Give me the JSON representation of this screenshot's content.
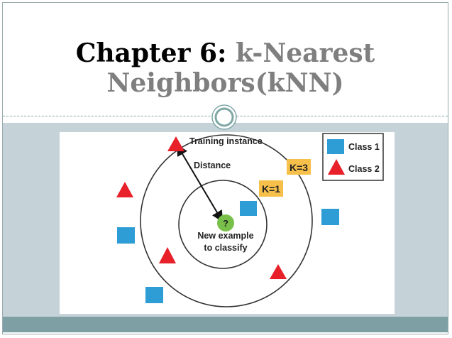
{
  "slide": {
    "title_part1": "Chapter 6: ",
    "title_part2": "k-Nearest",
    "title_line2": "Neighbors(kNN)"
  },
  "figure": {
    "training_instance_label": "Training instance",
    "distance_label": "Distance",
    "k3_label": "K=3",
    "k1_label": "K=1",
    "query_symbol": "?",
    "new_example_line1": "New example",
    "new_example_line2": "to classify",
    "legend": {
      "class1": "Class 1",
      "class2": "Class 2"
    }
  },
  "colors": {
    "class1": "#2e9dd6",
    "class2": "#e8202a",
    "query": "#78c04a",
    "k_badge": "#f7c04a",
    "body_bg": "#c5d2d8",
    "footer": "#7ea0a4"
  }
}
